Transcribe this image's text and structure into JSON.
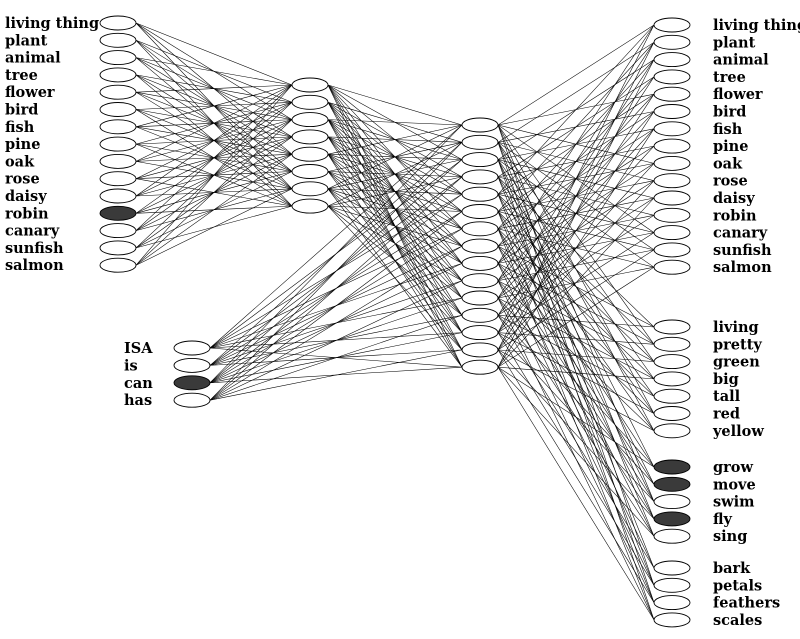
{
  "network": {
    "item_labels": [
      "living thing",
      "plant",
      "animal",
      "tree",
      "flower",
      "bird",
      "fish",
      "pine",
      "oak",
      "rose",
      "daisy",
      "robin",
      "canary",
      "sunfish",
      "salmon"
    ],
    "relation_labels": [
      "ISA",
      "is",
      "can",
      "has"
    ],
    "attribute_labels": [
      "living thing",
      "plant",
      "animal",
      "tree",
      "flower",
      "bird",
      "fish",
      "pine",
      "oak",
      "rose",
      "daisy",
      "robin",
      "canary",
      "sunfish",
      "salmon",
      "living",
      "pretty",
      "green",
      "big",
      "tall",
      "red",
      "yellow",
      "grow",
      "move",
      "swim",
      "fly",
      "sing",
      "bark",
      "petals",
      "feathers",
      "scales"
    ],
    "active_item": "robin",
    "active_relation": "can",
    "active_attributes": [
      "grow",
      "move",
      "fly"
    ],
    "active_fill": "#3a3a3a",
    "inactive_fill": "#ffffff"
  }
}
